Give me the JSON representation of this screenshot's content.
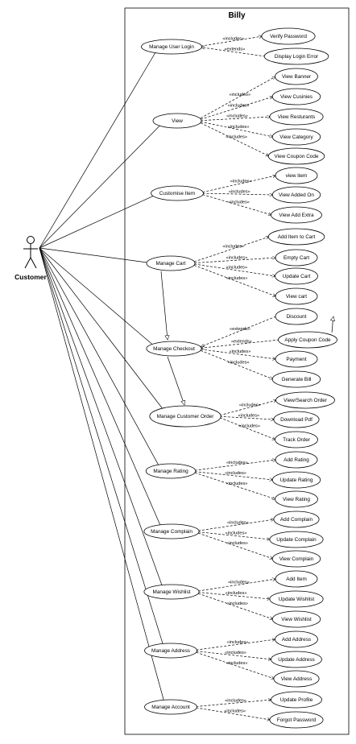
{
  "diagram": {
    "system_name": "Billy",
    "actor": {
      "name": "Customer"
    }
  },
  "groups": [
    {
      "name": "Manage User Login",
      "subs": [
        {
          "name": "Verify Password",
          "rel": "«includes»"
        },
        {
          "name": "Display Login Error",
          "rel": "«extends»"
        }
      ]
    },
    {
      "name": "View",
      "subs": [
        {
          "name": "View Banner",
          "rel": "«includes»"
        },
        {
          "name": "View Cusinies",
          "rel": "«includes»"
        },
        {
          "name": "View Resturants",
          "rel": "«includes»"
        },
        {
          "name": "View Category",
          "rel": "«includes»"
        },
        {
          "name": "View Coupon Code",
          "rel": "«includes»"
        }
      ]
    },
    {
      "name": "Customise Item",
      "subs": [
        {
          "name": "view item",
          "rel": "«includes»"
        },
        {
          "name": "View Added On",
          "rel": "«includes»"
        },
        {
          "name": "View Add Extra",
          "rel": "«includes»"
        }
      ]
    },
    {
      "name": "Manage Cart",
      "subs": [
        {
          "name": "Add Item to Cart",
          "rel": "«includes»"
        },
        {
          "name": "Empty Cart",
          "rel": "«includes»"
        },
        {
          "name": "Update Cart",
          "rel": "«includes»"
        },
        {
          "name": "View cart",
          "rel": "«includes»"
        }
      ]
    },
    {
      "name": "Manage Checkout",
      "subs": [
        {
          "name": "Discount",
          "rel": "«extends»"
        },
        {
          "name": "Apply Coupon Code",
          "rel": "«extends»"
        },
        {
          "name": "Payment",
          "rel": "«includes»"
        },
        {
          "name": "Generate Bill",
          "rel": "«includes»"
        }
      ]
    },
    {
      "name": "Manage Customer Order",
      "subs": [
        {
          "name": "View/Search Order",
          "rel": "«includes»"
        },
        {
          "name": "Download Pdf",
          "rel": "«includes»"
        },
        {
          "name": "Track Order",
          "rel": "«includes»"
        }
      ]
    },
    {
      "name": "Manage Rating",
      "subs": [
        {
          "name": "Add Rating",
          "rel": "«includes»"
        },
        {
          "name": "Update Rating",
          "rel": "«includes»"
        },
        {
          "name": "View Rating",
          "rel": "«includes»"
        }
      ]
    },
    {
      "name": "Manage Complain",
      "subs": [
        {
          "name": "Add Complain",
          "rel": "«includes»"
        },
        {
          "name": "Update Complain",
          "rel": "«includes»"
        },
        {
          "name": "View Complain",
          "rel": "«includes»"
        }
      ]
    },
    {
      "name": "Manage Wishlist",
      "subs": [
        {
          "name": "Add Item",
          "rel": "«includes»"
        },
        {
          "name": "Update Wishlist",
          "rel": "«includes»"
        },
        {
          "name": "View Wishlist",
          "rel": "«includes»"
        }
      ]
    },
    {
      "name": "Manage Address",
      "subs": [
        {
          "name": "Add Address",
          "rel": "«includes»"
        },
        {
          "name": "Update Address",
          "rel": "«includes»"
        },
        {
          "name": "View Address",
          "rel": "«includes»"
        }
      ]
    },
    {
      "name": "Manage Account",
      "subs": [
        {
          "name": "Update Profile",
          "rel": "«includes»"
        },
        {
          "name": "Forgot Password",
          "rel": "«includes»"
        }
      ]
    }
  ]
}
